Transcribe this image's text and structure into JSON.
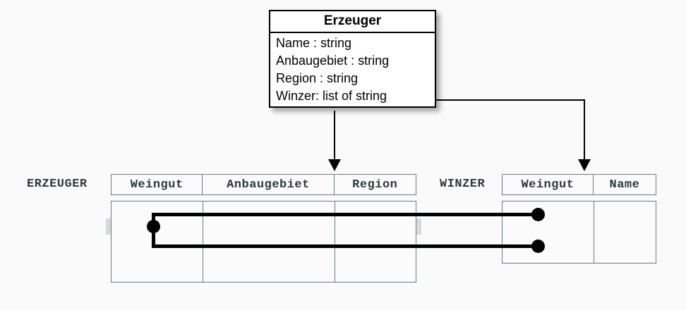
{
  "uml_class": {
    "name": "Erzeuger",
    "attributes": [
      "Name : string",
      "Anbaugebiet : string",
      "Region : string",
      "Winzer: list of string"
    ]
  },
  "tables": [
    {
      "label": "ERZEUGER",
      "columns": [
        "Weingut",
        "Anbaugebiet",
        "Region"
      ],
      "row_count": 4,
      "highlighted_rows": [
        2
      ]
    },
    {
      "label": "WINZER",
      "columns": [
        "Weingut",
        "Name"
      ],
      "row_count": 3,
      "highlighted_rows": [
        1,
        3
      ]
    }
  ],
  "colors": {
    "background": "#fafafa",
    "table_border": "#6a7c83",
    "table_fill": "#fbfbfb",
    "row_highlight": "#d8d9de",
    "label_text": "#2b3a41",
    "connector": "#000000",
    "class_border": "#000000"
  },
  "connectors": {
    "mapping_arrow_left": "Erzeuger class maps to ERZEUGER relation",
    "mapping_arrow_right": "Winzer attribute maps to WINZER relation",
    "association": "Weingut value in ERZEUGER links to two WINZER rows"
  }
}
